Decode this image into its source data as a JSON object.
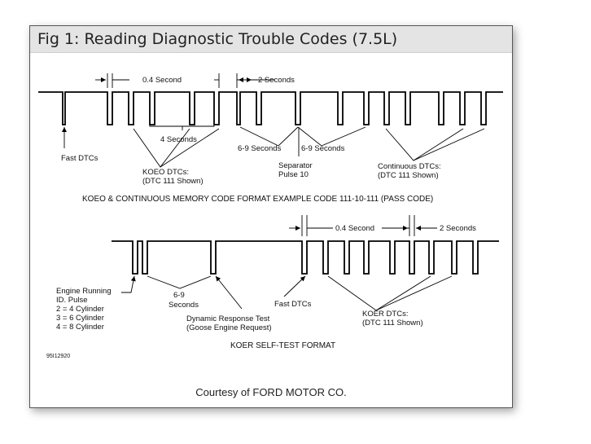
{
  "title": "Fig 1: Reading Diagnostic Trouble Codes (7.5L)",
  "top": {
    "dim_04": "0.4 Second",
    "dim_2": "2 Seconds",
    "dim_4": "4 Seconds",
    "fast_dtcs": "Fast DTCs",
    "koeo_1": "KOEO DTCs:",
    "koeo_2": "(DTC 111 Shown)",
    "sep69_a": "6-9 Seconds",
    "sep69_b": "6-9 Seconds",
    "sep_1": "Separator",
    "sep_2": "Pulse 10",
    "cont_1": "Continuous DTCs:",
    "cont_2": "(DTC 111 Shown)",
    "caption": "KOEO & CONTINUOUS MEMORY CODE FORMAT EXAMPLE CODE 111-10-111 (PASS CODE)"
  },
  "bottom": {
    "dim_04": "0.4 Second",
    "dim_2": "2 Seconds",
    "er_1": "Engine Running",
    "er_2": "ID. Pulse",
    "er_3": "2 = 4 Cylinder",
    "er_4": "3 = 6 Cylinder",
    "er_5": "4 = 8 Cylinder",
    "s69_1": "6-9",
    "s69_2": "Seconds",
    "fast_dtcs": "Fast DTCs",
    "drt_1": "Dynamic Response Test",
    "drt_2": "(Goose Engine Request)",
    "koer_1": "KOER DTCs:",
    "koer_2": "(DTC 111 Shown)",
    "caption": "KOER SELF-TEST FORMAT",
    "code": "95I12920"
  },
  "courtesy": "Courtesy of FORD MOTOR CO."
}
